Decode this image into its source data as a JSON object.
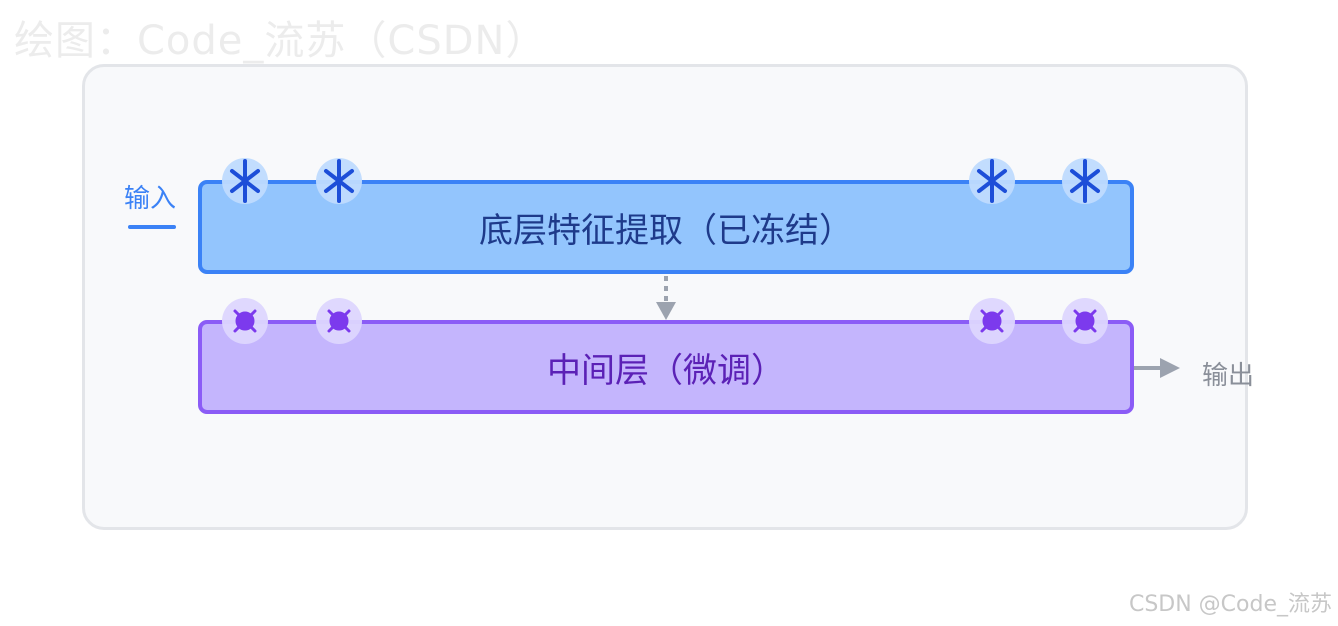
{
  "watermarks": {
    "top": "绘图：Code_流苏（CSDN）",
    "bottom": "CSDN @Code_流苏"
  },
  "diagram": {
    "input_label": "输入",
    "output_label": "输出",
    "layers": [
      {
        "label": "底层特征提取（已冻结）",
        "state": "frozen",
        "icon": "snowflake-icon",
        "color": "#3b82f6",
        "fill": "#93c5fd"
      },
      {
        "label": "中间层（微调）",
        "state": "fine-tuned",
        "icon": "bug-icon",
        "color": "#8b5cf6",
        "fill": "#c4b5fd"
      }
    ]
  }
}
